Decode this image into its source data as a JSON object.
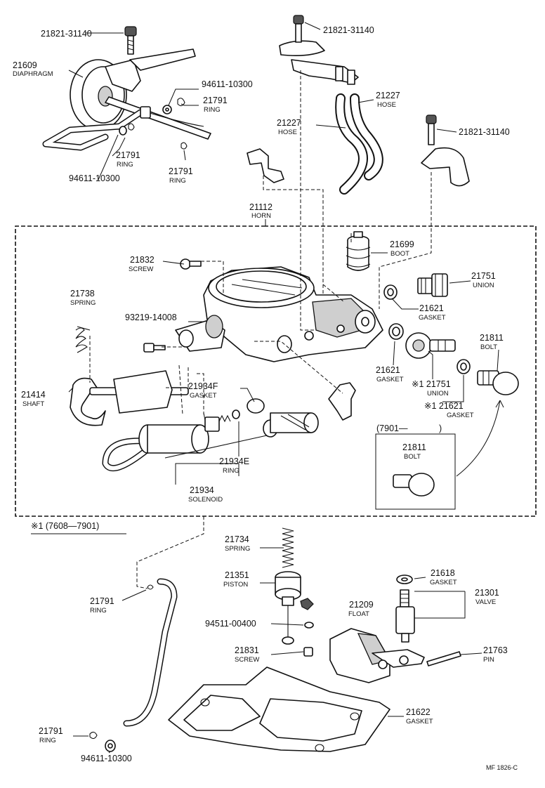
{
  "labels": {
    "screw_top_left": {
      "pn": "21821-31140"
    },
    "diaphragm": {
      "pn": "21609",
      "name": "DIAPHRAGM"
    },
    "washer_upper": {
      "pn": "94611-10300"
    },
    "ring_upper": {
      "pn": "21791",
      "name": "RING"
    },
    "ring_mid_left": {
      "pn": "21791",
      "name": "RING"
    },
    "washer_mid_left": {
      "pn": "94611-10300"
    },
    "ring_mid_right": {
      "pn": "21791",
      "name": "RING"
    },
    "screw_top_center": {
      "pn": "21821-31140"
    },
    "hose_right": {
      "pn": "21227",
      "name": "HOSE"
    },
    "hose_left": {
      "pn": "21227",
      "name": "HOSE"
    },
    "screw_right": {
      "pn": "21821-31140"
    },
    "horn": {
      "pn": "21112",
      "name": "HORN"
    },
    "screw_21832": {
      "pn": "21832",
      "name": "SCREW"
    },
    "boot": {
      "pn": "21699",
      "name": "BOOT"
    },
    "union_upper": {
      "pn": "21751",
      "name": "UNION"
    },
    "spring_21738": {
      "pn": "21738",
      "name": "SPRING"
    },
    "gasket_21621_a": {
      "pn": "21621",
      "name": "GASKET"
    },
    "bolt_93219": {
      "pn": "93219-14008"
    },
    "bolt_21811": {
      "pn": "21811",
      "name": "BOLT"
    },
    "gasket_21621_b": {
      "pn": "21621",
      "name": "GASKET"
    },
    "union_lower": {
      "pn": "※1 21751",
      "name": "UNION"
    },
    "gasket_21621_c": {
      "pn": "※1  21621",
      "name": "GASKET"
    },
    "shaft": {
      "pn": "21414",
      "name": "SHAFT"
    },
    "gasket_21934f": {
      "pn": "21934F",
      "name": "GASKET"
    },
    "ring_21934e": {
      "pn": "21934E",
      "name": "RING"
    },
    "solenoid": {
      "pn": "21934",
      "name": "SOLENOID"
    },
    "bolt_21811_inset": {
      "pn": "21811",
      "name": "BOLT"
    },
    "spring_21734": {
      "pn": "21734",
      "name": "SPRING"
    },
    "piston": {
      "pn": "21351",
      "name": "PISTON"
    },
    "gasket_21618": {
      "pn": "21618",
      "name": "GASKET"
    },
    "valve": {
      "pn": "21301",
      "name": "VALVE"
    },
    "ring_lower_a": {
      "pn": "21791",
      "name": "RING"
    },
    "float": {
      "pn": "21209",
      "name": "FLOAT"
    },
    "clip_94511": {
      "pn": "94511-00400"
    },
    "screw_21831": {
      "pn": "21831",
      "name": "SCREW"
    },
    "pin": {
      "pn": "21763",
      "name": "PIN"
    },
    "ring_lower_b": {
      "pn": "21791",
      "name": "RING"
    },
    "gasket_21622": {
      "pn": "21622",
      "name": "GASKET"
    },
    "washer_lower": {
      "pn": "94611-10300"
    }
  },
  "notes": {
    "inset_range": "(7901—",
    "inset_range_end": ")",
    "footnote": "※1 (7608—7901)",
    "drawing_code": "MF  1826-C"
  }
}
